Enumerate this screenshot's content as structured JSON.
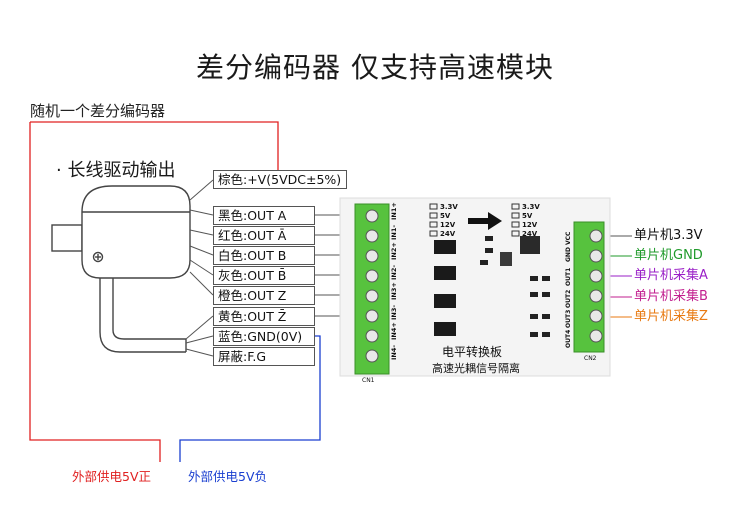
{
  "title": "差分编码器 仅支持高速模块",
  "subtitle": "随机一个差分编码器",
  "long_line": "· 长线驱动输出",
  "wires": [
    {
      "label": "棕色:+V(5VDC±5%)"
    },
    {
      "label": "黑色:OUT A"
    },
    {
      "label": "红色:OUT Ā"
    },
    {
      "label": "白色:OUT B"
    },
    {
      "label": "灰色:OUT B̄"
    },
    {
      "label": "橙色:OUT Z"
    },
    {
      "label": "黄色:OUT Z̄"
    },
    {
      "label": "蓝色:GND(0V)"
    },
    {
      "label": "屏蔽:F.G"
    }
  ],
  "mcu": [
    {
      "label": "单片机3.3V",
      "color": "#111111"
    },
    {
      "label": "单片机GND",
      "color": "#1f9a2a"
    },
    {
      "label": "单片机采集A",
      "color": "#9a1fc7"
    },
    {
      "label": "单片机采集B",
      "color": "#c21f8f"
    },
    {
      "label": "单片机采集Z",
      "color": "#e87a12"
    }
  ],
  "ext_pos": "外部供电5V正",
  "ext_neg": "外部供电5V负",
  "board": {
    "line1": "电平转换板",
    "line2": "高速光耦信号隔离",
    "volt": [
      "3.3V",
      "5V",
      "12V",
      "24V"
    ],
    "left_pins": [
      "IN1+",
      "IN1-",
      "IN2+",
      "IN2-",
      "IN3+",
      "IN3-",
      "IN4+",
      "IN4-"
    ],
    "right_pins": [
      "OUT1",
      "OUT2",
      "OUT3",
      "OUT4"
    ],
    "gnd_vcc": "GND VCC",
    "cn1": "CN1",
    "cn2": "CN2"
  },
  "colors": {
    "red": "#e02020",
    "blue": "#1a3fd0",
    "terminal": "#57c23e",
    "board": "#f4f4f4"
  }
}
